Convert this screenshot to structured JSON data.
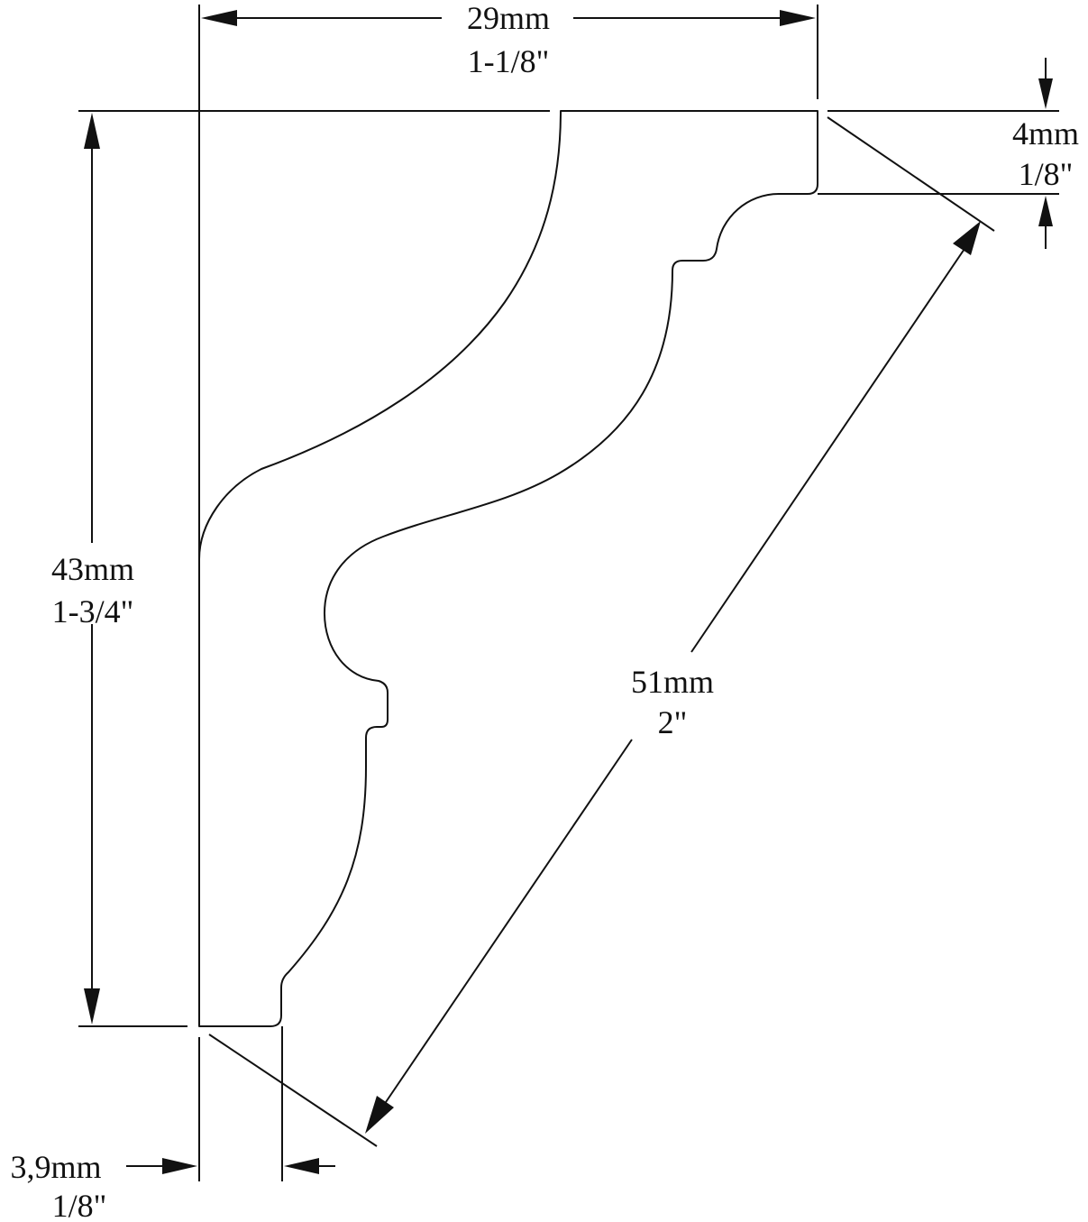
{
  "dimensions": {
    "width": {
      "metric": "29mm",
      "imperial": "1-1/8\""
    },
    "height": {
      "metric": "43mm",
      "imperial": "1-3/4\""
    },
    "diagonal": {
      "metric": "51mm",
      "imperial": "2\""
    },
    "top_edge": {
      "metric": "4mm",
      "imperial": "1/8\""
    },
    "bottom_edge": {
      "metric": "3,9mm",
      "imperial": "1/8\""
    }
  }
}
